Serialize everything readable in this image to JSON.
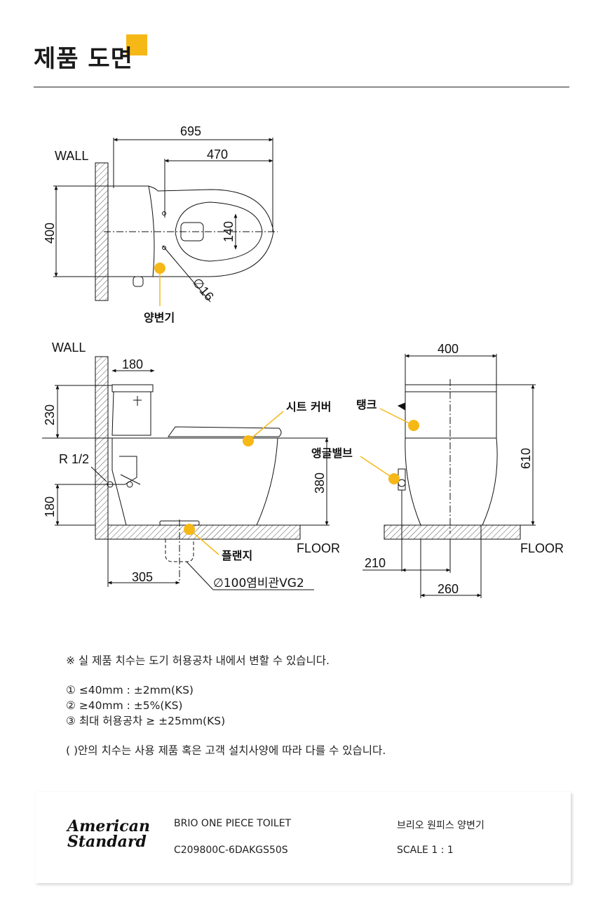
{
  "header": {
    "title": "제품 도면",
    "accent_color": "#f5b817"
  },
  "drawing": {
    "top_view": {
      "wall_label": "WALL",
      "dim_overall_length": "695",
      "dim_seat_length": "470",
      "dim_width": "400",
      "dim_outlet": "140",
      "dim_pipe": "∅16",
      "callout_bowl": "양변기"
    },
    "side_view": {
      "wall_label": "WALL",
      "dim_wall_to_tank": "180",
      "dim_tank_height": "230",
      "dim_pipe_thread": "R 1/2",
      "dim_supply_height": "180",
      "dim_seat_height": "380",
      "dim_rough_in": "305",
      "floor_label": "FLOOR",
      "callout_seat": "시트 커버",
      "callout_flange": "플랜지",
      "callout_pipe": "∅100염비관VG2"
    },
    "front_view": {
      "dim_width": "400",
      "dim_height": "610",
      "dim_supply_offset": "210",
      "dim_base": "260",
      "floor_label": "FLOOR",
      "callout_tank": "탱크",
      "callout_valve": "앵글밸브"
    }
  },
  "notes": {
    "disclaimer": "※ 실 제품 치수는 도기 허용공차 내에서 변할 수 있습니다.",
    "tolerance_1": "①  ≤40mm : ±2mm(KS)",
    "tolerance_2": "②  ≥40mm : ±5%(KS)",
    "tolerance_3": "③ 최대 허용공차 ≥ ±25mm(KS)",
    "parenthesis_note": "( )안의 치수는 사용 제품 혹은 고객 설치사양에 따라 다를 수 있습니다."
  },
  "footer": {
    "brand_line1": "American",
    "brand_line2": "Standard",
    "product_name_en": "BRIO ONE PIECE TOILET",
    "model_code": "C209800C-6DAKGS50S",
    "product_name_kr": "브리오 원피스 양변기",
    "scale": "SCALE 1 : 1"
  }
}
